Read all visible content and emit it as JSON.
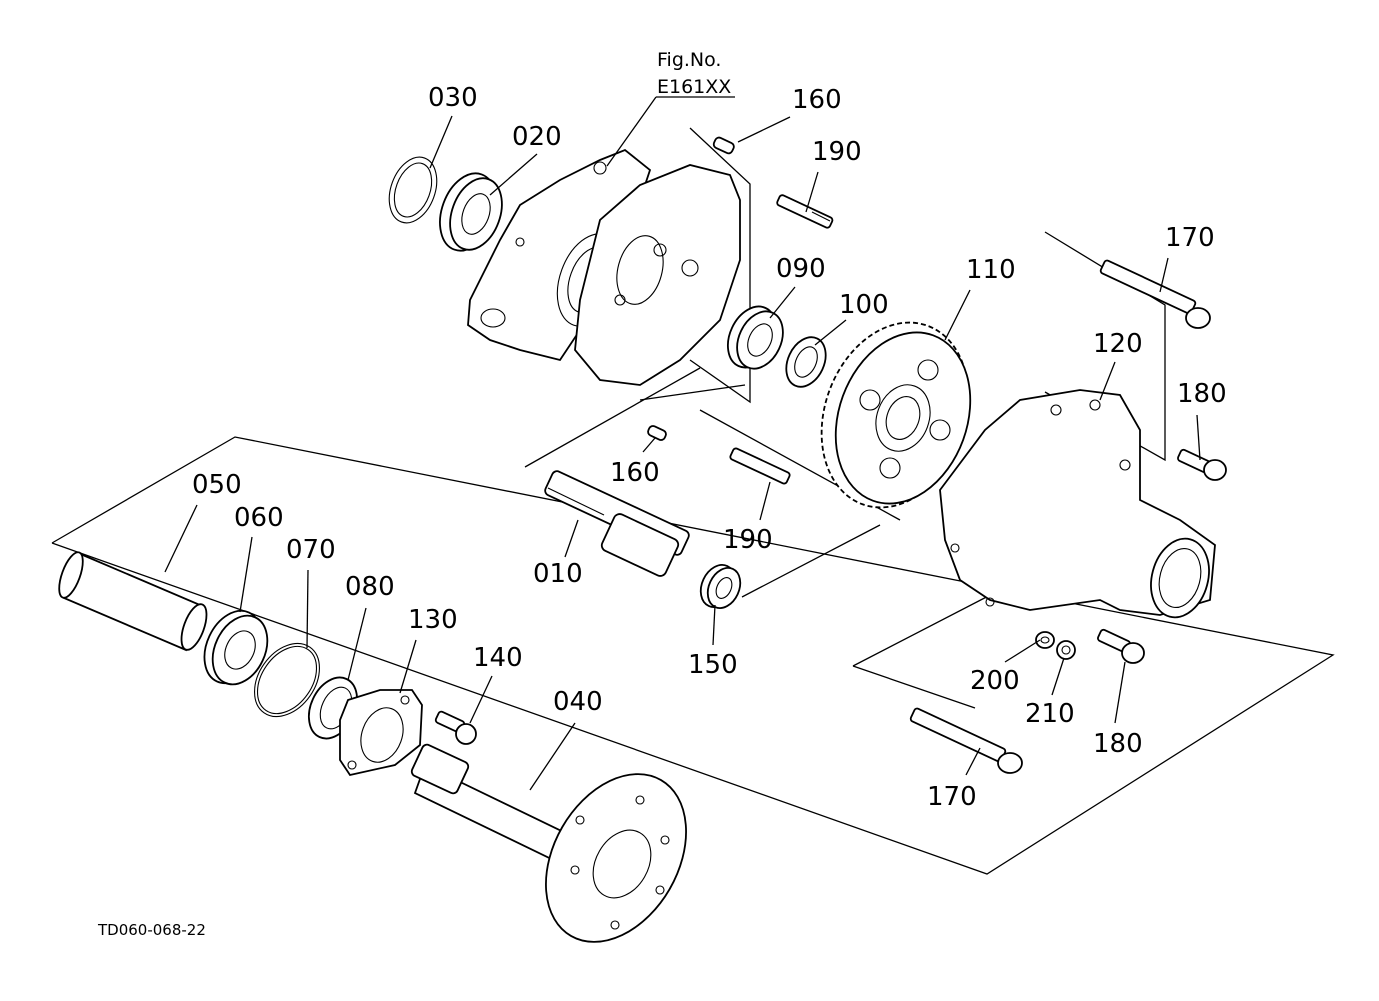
{
  "figure": {
    "ref_line1": "Fig.No.",
    "ref_line2": "E161XX",
    "drawing_code": "TD060-068-22"
  },
  "labels": {
    "p010": "010",
    "p020": "020",
    "p030": "030",
    "p040": "040",
    "p050": "050",
    "p060": "060",
    "p070": "070",
    "p080": "080",
    "p090": "090",
    "p100": "100",
    "p110": "110",
    "p120": "120",
    "p130": "130",
    "p140": "140",
    "p150": "150",
    "p160_top": "160",
    "p160_mid": "160",
    "p170_top": "170",
    "p170_bot": "170",
    "p180_top": "180",
    "p180_bot": "180",
    "p190_top": "190",
    "p190_mid": "190",
    "p200": "200",
    "p210": "210"
  }
}
